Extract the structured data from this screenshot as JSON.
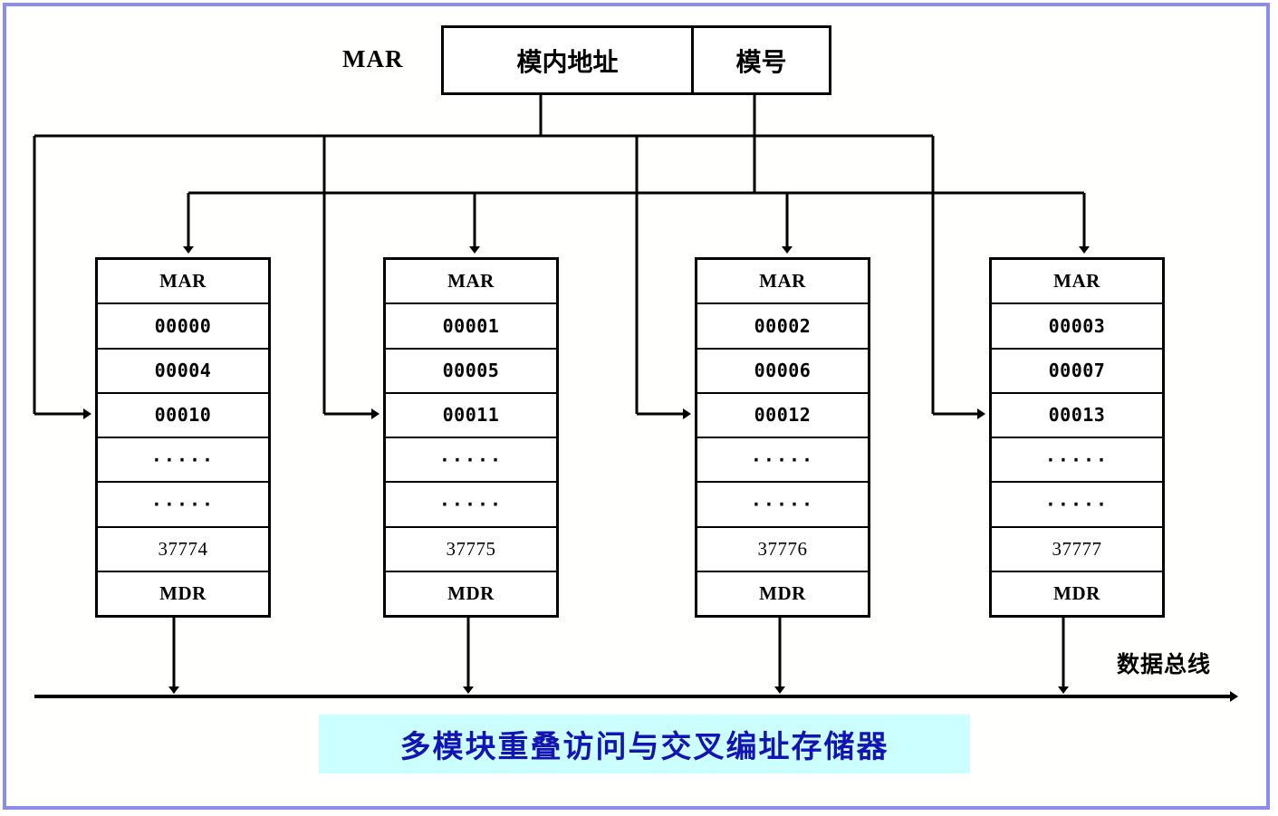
{
  "diagram": {
    "title": "多模块重叠访问与交叉编址存储器",
    "border_color": "#8c8cec",
    "caption_bg": "#ccffff",
    "caption_color": "#1414b4",
    "line_color": "#000000"
  },
  "mar_register": {
    "label": "MAR",
    "fields": [
      {
        "name": "in-module-address",
        "text": "模内地址"
      },
      {
        "name": "module-number",
        "text": "模号"
      }
    ]
  },
  "modules": [
    {
      "index": 0,
      "mar": "MAR",
      "mdr": "MDR",
      "addresses": [
        "00000",
        "00004",
        "00010"
      ],
      "ellipsis": [
        "·····",
        "·····"
      ],
      "last_address": "37774"
    },
    {
      "index": 1,
      "mar": "MAR",
      "mdr": "MDR",
      "addresses": [
        "00001",
        "00005",
        "00011"
      ],
      "ellipsis": [
        "·····",
        "·····"
      ],
      "last_address": "37775"
    },
    {
      "index": 2,
      "mar": "MAR",
      "mdr": "MDR",
      "addresses": [
        "00002",
        "00006",
        "00012"
      ],
      "ellipsis": [
        "·····",
        "·····"
      ],
      "last_address": "37776"
    },
    {
      "index": 3,
      "mar": "MAR",
      "mdr": "MDR",
      "addresses": [
        "00003",
        "00007",
        "00013"
      ],
      "ellipsis": [
        "·····",
        "·····"
      ],
      "last_address": "37777"
    }
  ],
  "data_bus": {
    "label": "数据总线"
  }
}
